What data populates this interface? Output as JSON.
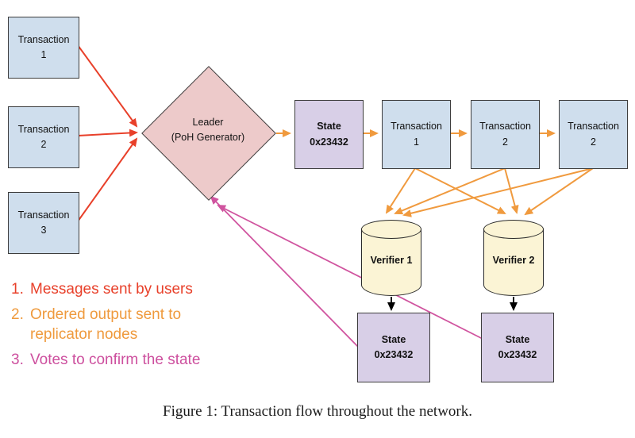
{
  "colors": {
    "transaction_box": "#cfdeed",
    "state_box": "#d8cfe7",
    "leader_diamond": "#edcaca",
    "verifier_cylinder": "#fbf4d5",
    "arrow_messages": "#e8402a",
    "arrow_ordered_output": "#f09a3e",
    "arrow_votes": "#d0549f",
    "arrow_verifier_to_state": "#000000",
    "box_border": "#3d3d3d"
  },
  "left_transactions": [
    {
      "line1": "Transaction",
      "line2": "1"
    },
    {
      "line1": "Transaction",
      "line2": "2"
    },
    {
      "line1": "Transaction",
      "line2": "3"
    }
  ],
  "leader": {
    "line1": "Leader",
    "line2": "(PoH Generator)"
  },
  "state_top": {
    "line1": "State",
    "line2": "0x23432"
  },
  "chain_transactions": [
    {
      "line1": "Transaction",
      "line2": "1"
    },
    {
      "line1": "Transaction",
      "line2": "2"
    },
    {
      "line1": "Transaction",
      "line2": "2"
    }
  ],
  "verifiers": [
    {
      "label": "Verifier 1"
    },
    {
      "label": "Verifier 2"
    }
  ],
  "state_bottom": [
    {
      "line1": "State",
      "line2": "0x23432"
    },
    {
      "line1": "State",
      "line2": "0x23432"
    }
  ],
  "legend": [
    {
      "number": "1.",
      "text": "Messages sent by users",
      "color": "#e8402a"
    },
    {
      "number": "2.",
      "text": "Ordered output sent to replicator nodes",
      "color": "#ef9a3d"
    },
    {
      "number": "3.",
      "text": "Votes to confirm the state",
      "color": "#cd4f9e"
    }
  ],
  "caption": "Figure 1: Transaction flow throughout the network."
}
